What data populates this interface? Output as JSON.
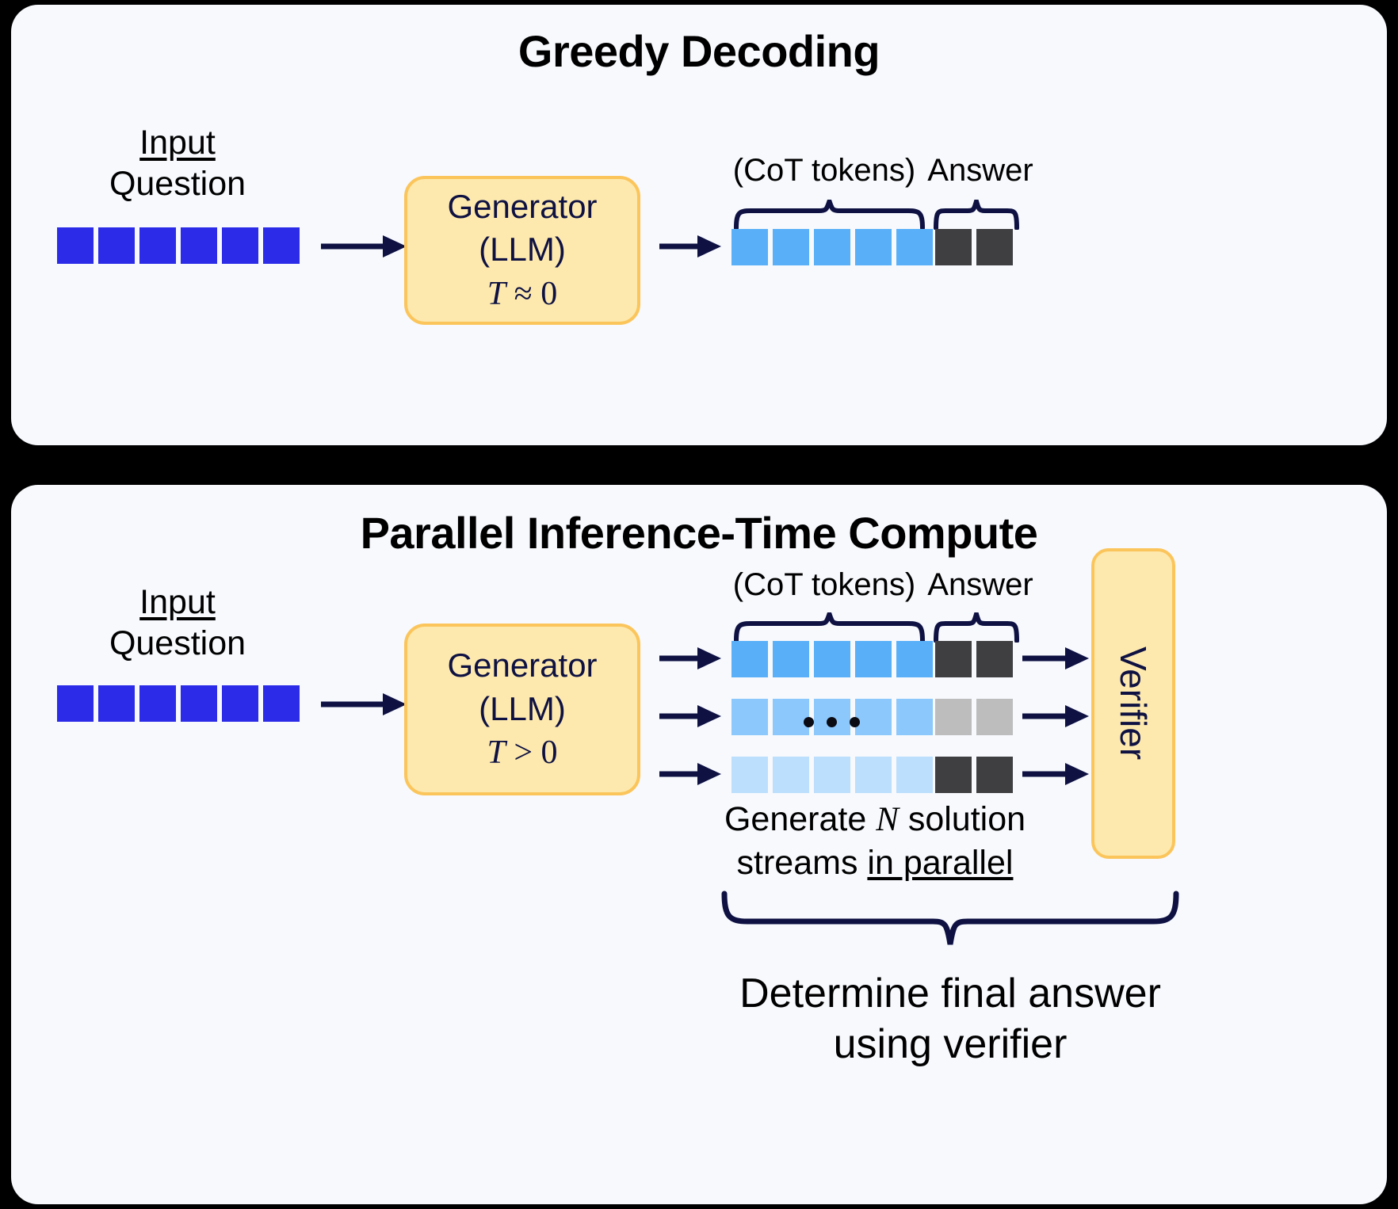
{
  "figure": {
    "background": "#000000",
    "panel_bg": "#F7F9FD",
    "accent_box_fill": "#FDE9AE",
    "accent_box_border": "#FBC55B",
    "navy": "#0E1142",
    "input_token_color": "#2B2BE8",
    "cot_colors": [
      "#59B0F8",
      "#8CC8FB",
      "#BCDFFD"
    ],
    "answer_dark": "#3F3F42",
    "answer_light": "#BDBDBD"
  },
  "panels": [
    {
      "id": "greedy",
      "title": "Greedy Decoding",
      "input": {
        "line1": "Input",
        "line2": "Question",
        "token_count": 6
      },
      "generator": {
        "line1": "Generator",
        "line2": "(LLM)",
        "symbol_var": "T",
        "symbol_op": "≈",
        "symbol_val": "0"
      },
      "braces": {
        "cot_label": "(CoT tokens)",
        "answer_label": "Answer"
      },
      "streams": [
        {
          "cot_count": 5,
          "cot_color": "#59B0F8",
          "answer_count": 2,
          "answer_color": "#3F3F42"
        }
      ]
    },
    {
      "id": "parallel",
      "title": "Parallel Inference-Time Compute",
      "input": {
        "line1": "Input",
        "line2": "Question",
        "token_count": 6
      },
      "generator": {
        "line1": "Generator",
        "line2": "(LLM)",
        "symbol_var": "T",
        "symbol_op": ">",
        "symbol_val": "0"
      },
      "braces": {
        "cot_label": "(CoT tokens)",
        "answer_label": "Answer"
      },
      "streams": [
        {
          "cot_count": 5,
          "cot_color": "#59B0F8",
          "answer_count": 2,
          "answer_color": "#3F3F42"
        },
        {
          "cot_count": 5,
          "cot_color": "#8CC8FB",
          "answer_count": 2,
          "answer_color": "#BDBDBD"
        },
        {
          "cot_count": 5,
          "cot_color": "#BCDFFD",
          "answer_count": 2,
          "answer_color": "#3F3F42"
        }
      ],
      "ellipsis": "• • •",
      "verifier_label": "Verifier",
      "caption_streams": {
        "pre": "Generate ",
        "var": "N",
        "mid": " solution",
        "line2_pre": "streams ",
        "line2_underlined": "in parallel"
      },
      "caption_final": {
        "line1": "Determine final answer",
        "line2": "using verifier"
      }
    }
  ]
}
